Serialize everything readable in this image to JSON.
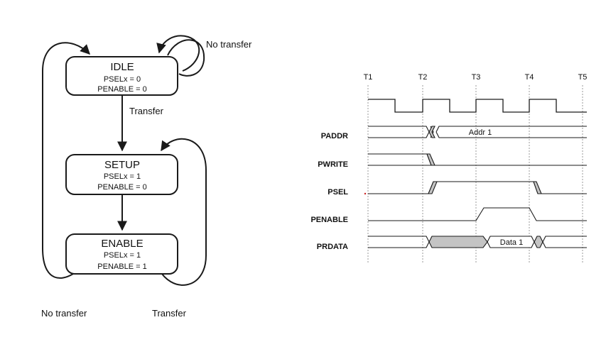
{
  "state_machine": {
    "states": [
      {
        "name": "IDLE",
        "line1": "PSELx = 0",
        "line2": "PENABLE = 0"
      },
      {
        "name": "SETUP",
        "line1": "PSELx = 1",
        "line2": "PENABLE = 0"
      },
      {
        "name": "ENABLE",
        "line1": "PSELx = 1",
        "line2": "PENABLE = 1"
      }
    ],
    "labels": {
      "idle_self": "No transfer",
      "idle_to_setup": "Transfer",
      "enable_to_idle": "No transfer",
      "enable_to_setup": "Transfer"
    }
  },
  "timing": {
    "ticks": [
      "T1",
      "T2",
      "T3",
      "T4",
      "T5"
    ],
    "signals": [
      "PADDR",
      "PWRITE",
      "PSEL",
      "PENABLE",
      "PRDATA"
    ],
    "paddr_value": "Addr 1",
    "prdata_value": "Data 1"
  },
  "colors": {
    "line": "#1a1a1a",
    "gridline": "#9a9a9a",
    "hatch_fill": "#c4c4c4",
    "marker": "#cc2222"
  }
}
